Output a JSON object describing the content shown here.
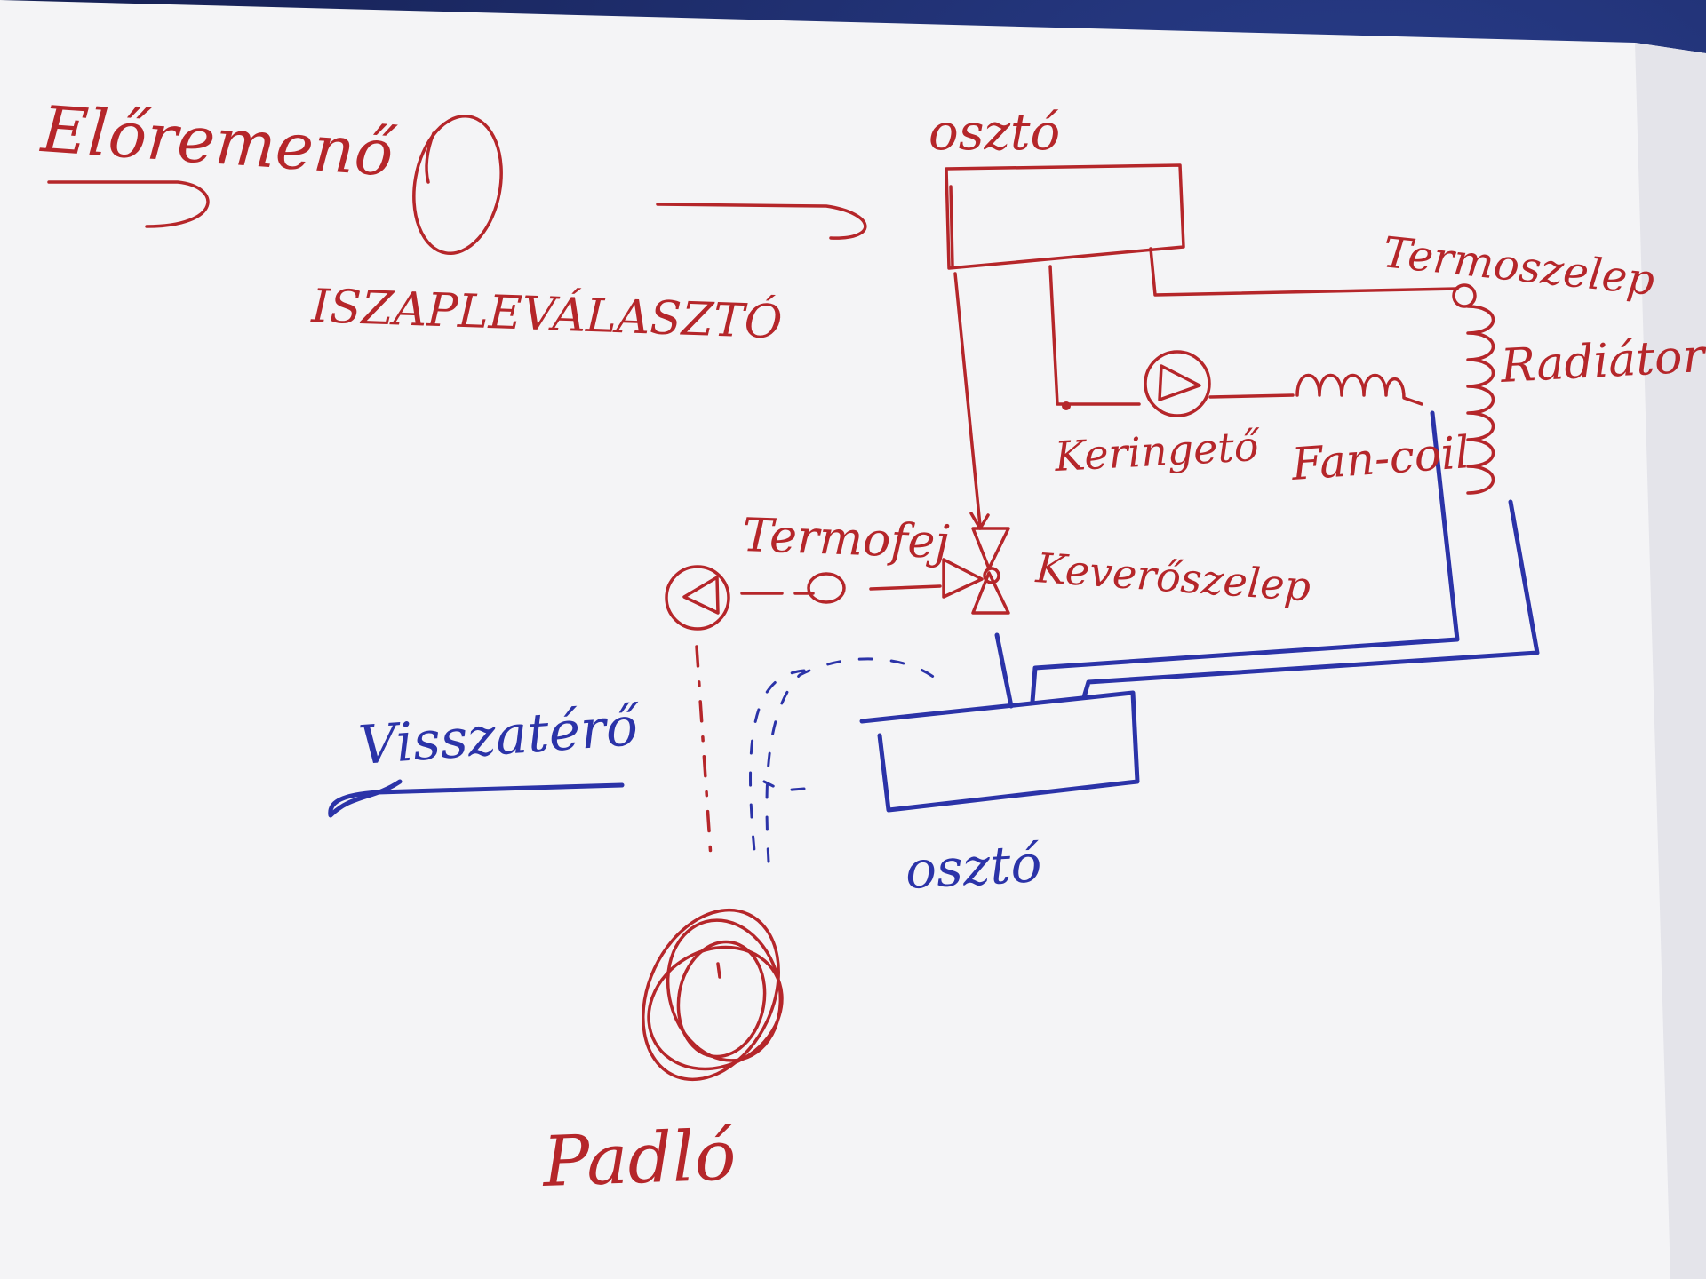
{
  "labels": {
    "supply": "Előremenő",
    "sludge_separator": "ISZAPLEVÁLASZTÓ",
    "manifold_top": "osztó",
    "thermo_valve": "Termoszelep",
    "radiator": "Radiátor",
    "circulator": "Keringető",
    "fan_coil": "Fan-coil",
    "thermo_head": "Termofej",
    "mixing_valve": "Keverőszelep",
    "return": "Visszatérő",
    "manifold_bottom": "osztó",
    "floor": "Padló"
  },
  "colors": {
    "supply_ink": "#b5262a",
    "return_ink": "#2b33a8",
    "paper": "#f4f4f6",
    "background": "#1f2f6e"
  },
  "icons": [
    "arrow-right-icon",
    "sludge-separator-icon",
    "pump-icon",
    "coil-icon",
    "mixing-valve-icon",
    "floor-loop-icon",
    "arrow-left-icon"
  ]
}
